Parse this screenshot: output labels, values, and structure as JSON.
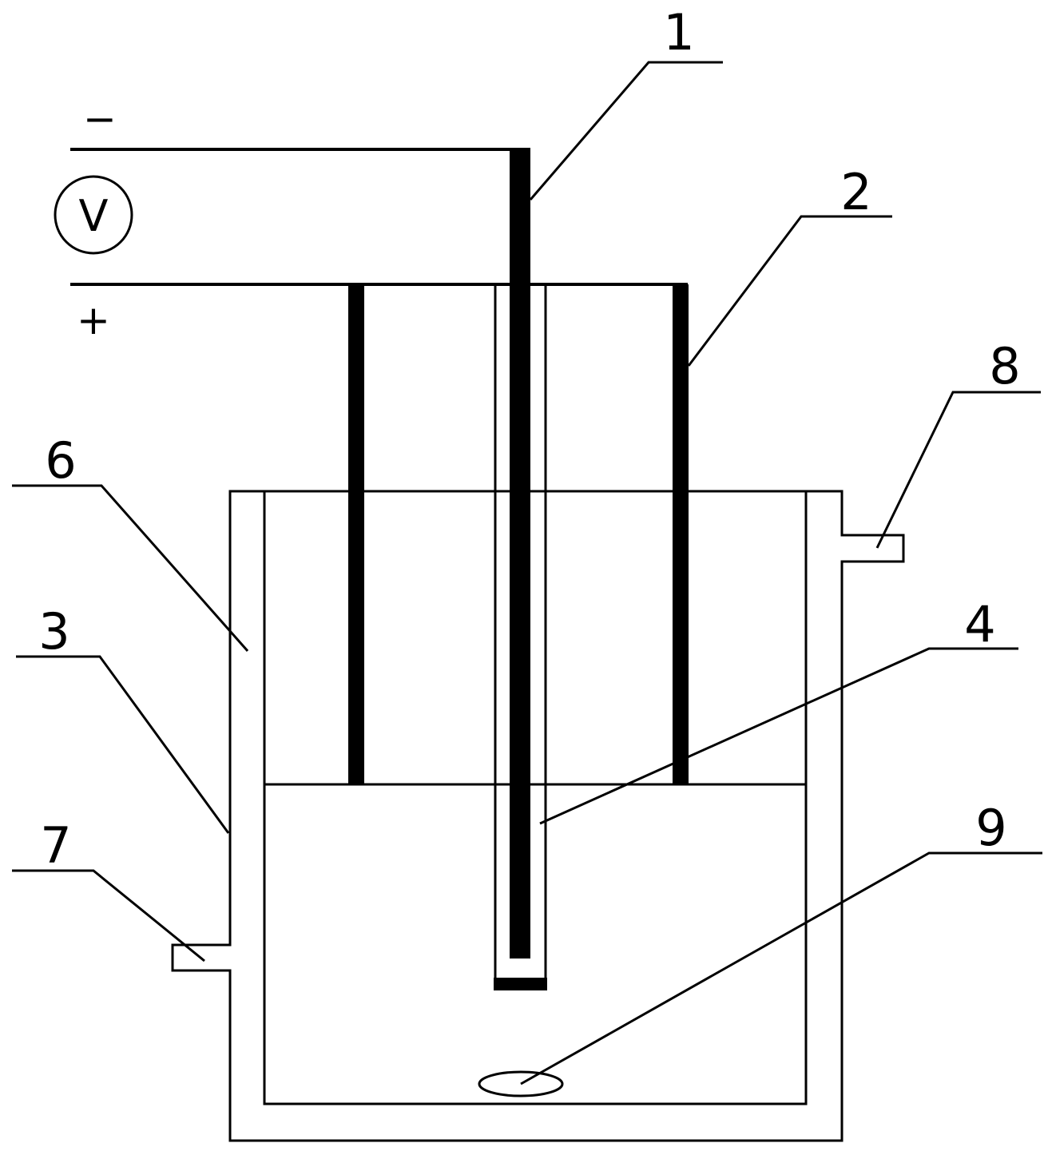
{
  "colors": {
    "line": "#000000",
    "background": "#ffffff"
  },
  "circuit": {
    "minus_sign": "−",
    "plus_sign": "+",
    "voltmeter_symbol": "V"
  },
  "labels": [
    {
      "id": "1",
      "text": "1"
    },
    {
      "id": "2",
      "text": "2"
    },
    {
      "id": "3",
      "text": "3"
    },
    {
      "id": "4",
      "text": "4"
    },
    {
      "id": "6",
      "text": "6"
    },
    {
      "id": "7",
      "text": "7"
    },
    {
      "id": "8",
      "text": "8"
    },
    {
      "id": "9",
      "text": "9"
    }
  ]
}
